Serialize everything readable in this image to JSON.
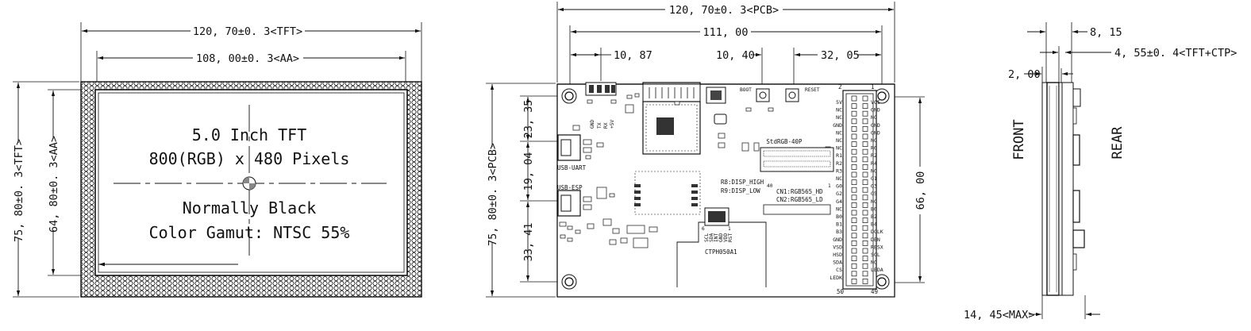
{
  "tft_view": {
    "dim_width_tft": "120, 70±0. 3<TFT>",
    "dim_width_aa": "108, 00±0. 3<AA>",
    "dim_height_tft": "75, 80±0. 3<TFT>",
    "dim_height_aa": "64, 80±0. 3<AA>",
    "text_lines": [
      "5.0 Inch TFT",
      "800(RGB) x 480 Pixels",
      "Normally Black",
      "Color Gamut: NTSC 55%"
    ]
  },
  "pcb_view": {
    "dim_width_pcb": "120, 70±0. 3<PCB>",
    "dim_hole_span": "111, 00",
    "dim_left_offset": "10, 87",
    "dim_mid_offset": "10, 40",
    "dim_right_offset": "32, 05",
    "dim_height_pcb": "75, 80±0. 3<PCB>",
    "dim_v_top": "23, 35",
    "dim_v_mid": "19, 04",
    "dim_v_bottom": "33, 41",
    "dim_header_span": "66, 00",
    "labels": {
      "boot": "BOOT",
      "reset": "RESET",
      "usb_uart": "USB-UART",
      "usb_esp": "USB-ESP",
      "std_rgb": "StdRGB-40P",
      "r8": "R8:DISP_HIGH",
      "r9": "R9:DISP_LOW",
      "cn1": "CN1:RGB565_HD",
      "cn2": "CN2:RGB565_LD",
      "ctp": "CTPH050A1",
      "pin_40": "40",
      "pin_1": "1",
      "pin_2": "2",
      "pin_50": "50",
      "pin_49": "49",
      "pin_6": "6",
      "pin_1b": "1"
    },
    "uart_pins": [
      "GND",
      "TX",
      "RX",
      "+5V"
    ],
    "ctp_pins": [
      "SCL",
      "SDA",
      "INT",
      "GND",
      "VDD",
      "RST"
    ],
    "header_left": [
      "5V",
      "NC",
      "NC",
      "GND",
      "NC",
      "NC",
      "NC",
      "R1",
      "R2",
      "R3",
      "NC",
      "G0",
      "G2",
      "G4",
      "NC",
      "B0",
      "B1",
      "B3",
      "GND",
      "VSD",
      "HSD",
      "SDA",
      "CS",
      "LEDK"
    ],
    "header_right": [
      "VCI",
      "GND",
      "NC",
      "GND",
      "GND",
      "NC",
      "R0",
      "R2",
      "R4",
      "NC",
      "G1",
      "G3",
      "G5",
      "NC",
      "B0",
      "B2",
      "B4",
      "DCLK",
      "DEN",
      "RESX",
      "SCL",
      "NC",
      "LEDA"
    ]
  },
  "side_view": {
    "dim_top": "8, 15",
    "dim_tft_ctp": "4, 55±0. 4<TFT+CTP>",
    "dim_pcb": "2, 00",
    "dim_max": "14, 45<MAX>",
    "front_label": "FRONT",
    "rear_label": "REAR"
  }
}
